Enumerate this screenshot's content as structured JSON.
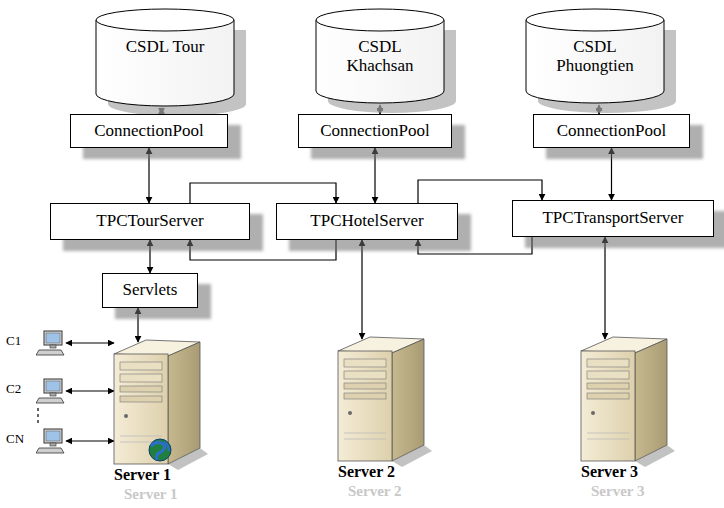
{
  "diagram": {
    "nodes": [
      {
        "text": [
          "CSDL Tour"
        ]
      },
      {
        "text": [
          "CSDL Khachsan"
        ]
      },
      {
        "text": [
          "CSDL Phuongtien"
        ]
      },
      {
        "text": [
          "ConnectionPool"
        ]
      },
      {
        "text": [
          "ConnectionPool"
        ]
      },
      {
        "text": [
          "ConnectionPool"
        ]
      },
      {
        "text": [
          "TPCTourServer"
        ]
      },
      {
        "text": [
          "TPCHotelServer"
        ]
      },
      {
        "text": [
          "TPCTransportServer"
        ]
      },
      {
        "text": [
          "Servlets"
        ]
      },
      {
        "text": [
          "C1"
        ]
      },
      {
        "text": [
          "C2"
        ]
      },
      {
        "text": [
          "CN"
        ]
      },
      {
        "text": [
          "Server 1"
        ]
      },
      {
        "text": [
          "Server 2"
        ]
      },
      {
        "text": [
          "Server 3"
        ]
      }
    ],
    "edges": [
      {
        "from": 0,
        "to": 3,
        "arrow": "both"
      },
      {
        "from": 1,
        "to": 4,
        "arrow": "both"
      },
      {
        "from": 2,
        "to": 5,
        "arrow": "both"
      },
      {
        "from": 3,
        "to": 6,
        "arrow": "both"
      },
      {
        "from": 4,
        "to": 7,
        "arrow": "both"
      },
      {
        "from": 5,
        "to": 8,
        "arrow": "both"
      },
      {
        "from": 6,
        "to": 9,
        "arrow": "both"
      },
      {
        "from": 9,
        "to": 13,
        "arrow": "both"
      },
      {
        "from": 7,
        "to": 14,
        "arrow": "both"
      },
      {
        "from": 8,
        "to": 15,
        "arrow": "both"
      },
      {
        "from": 10,
        "to": 13,
        "arrow": "both"
      },
      {
        "from": 11,
        "to": 13,
        "arrow": "both"
      },
      {
        "from": 12,
        "to": 13,
        "arrow": "both"
      },
      {
        "from": 6,
        "to": 7,
        "arrow": "to"
      },
      {
        "from": 7,
        "to": 8,
        "arrow": "to"
      },
      {
        "from": 7,
        "to": 6,
        "arrow": "to"
      },
      {
        "from": 8,
        "to": 7,
        "arrow": "to"
      }
    ],
    "labels": [
      "Server 1",
      "Server 2",
      "Server 3"
    ]
  }
}
